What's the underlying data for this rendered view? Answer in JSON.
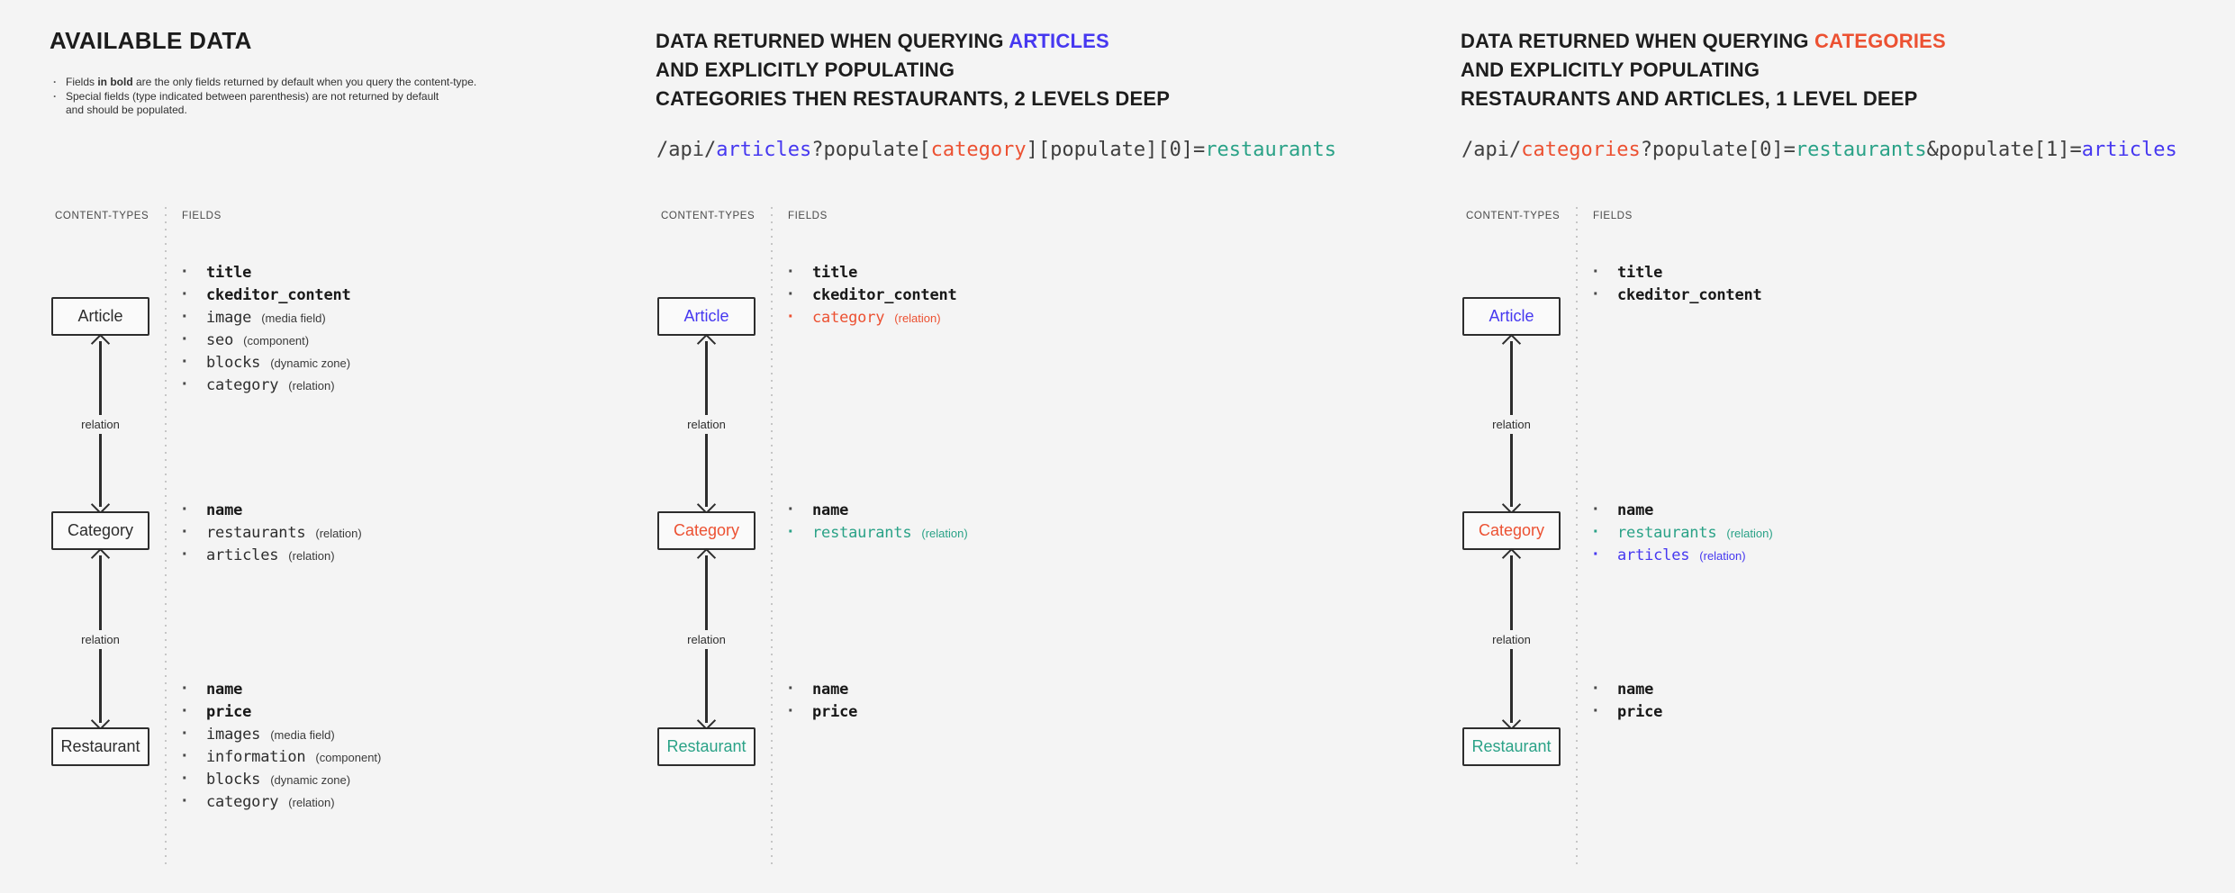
{
  "colors": {
    "blue": "#4638f0",
    "red": "#ec5132",
    "teal": "#2aa287",
    "text_dark": "#2d2d2d",
    "background": "#f4f4f4"
  },
  "labels": {
    "content_types": "CONTENT-TYPES",
    "fields": "FIELDS",
    "relation": "relation"
  },
  "panel_available": {
    "title": "AVAILABLE DATA",
    "note1_pre": "Fields ",
    "note1_bold": "in bold",
    "note1_post": " are the only fields returned by default when you query the content-type.",
    "note2": "Special fields (type indicated between parenthesis) are not returned by default\nand should be populated.",
    "rows": [
      {
        "box": "Article",
        "fields": [
          {
            "name": "title",
            "bold": true
          },
          {
            "name": "ckeditor_content",
            "bold": true
          },
          {
            "name": "image",
            "type": "(media field)"
          },
          {
            "name": "seo",
            "type": "(component)"
          },
          {
            "name": "blocks",
            "type": "(dynamic zone)"
          },
          {
            "name": "category",
            "type": "(relation)"
          }
        ]
      },
      {
        "box": "Category",
        "fields": [
          {
            "name": "name",
            "bold": true
          },
          {
            "name": "restaurants",
            "type": "(relation)"
          },
          {
            "name": "articles",
            "type": "(relation)"
          }
        ]
      },
      {
        "box": "Restaurant",
        "fields": [
          {
            "name": "name",
            "bold": true
          },
          {
            "name": "price",
            "bold": true
          },
          {
            "name": "images",
            "type": "(media field)"
          },
          {
            "name": "information",
            "type": "(component)"
          },
          {
            "name": "blocks",
            "type": "(dynamic zone)"
          },
          {
            "name": "category",
            "type": "(relation)"
          }
        ]
      }
    ]
  },
  "panel_articles": {
    "title_line1": "DATA RETURNED WHEN QUERYING ",
    "title_highlight": "ARTICLES",
    "highlight_color": "#4638f0",
    "title_line2": "AND EXPLICITLY POPULATING",
    "title_line3": "CATEGORIES THEN RESTAURANTS, 2 LEVELS DEEP",
    "code": [
      {
        "text": "/api/",
        "color": "dark"
      },
      {
        "text": "articles",
        "color": "blue"
      },
      {
        "text": "?populate[",
        "color": "dark"
      },
      {
        "text": "category",
        "color": "red"
      },
      {
        "text": "][populate][0]=",
        "color": "dark"
      },
      {
        "text": "restaurants",
        "color": "teal"
      }
    ],
    "rows": [
      {
        "box": "Article",
        "box_color": "blue",
        "fields": [
          {
            "name": "title",
            "bold": true
          },
          {
            "name": "ckeditor_content",
            "bold": true
          },
          {
            "name": "category",
            "type": "(relation)",
            "color": "red"
          }
        ]
      },
      {
        "box": "Category",
        "box_color": "red",
        "fields": [
          {
            "name": "name",
            "bold": true
          },
          {
            "name": "restaurants",
            "type": "(relation)",
            "color": "teal"
          }
        ]
      },
      {
        "box": "Restaurant",
        "box_color": "teal",
        "fields": [
          {
            "name": "name",
            "bold": true
          },
          {
            "name": "price",
            "bold": true
          }
        ]
      }
    ]
  },
  "panel_categories": {
    "title_line1": "DATA RETURNED WHEN QUERYING ",
    "title_highlight": "CATEGORIES",
    "highlight_color": "#ec5132",
    "title_line2": "AND EXPLICITLY POPULATING",
    "title_line3": "RESTAURANTS AND ARTICLES, 1 LEVEL DEEP",
    "code": [
      {
        "text": "/api/",
        "color": "dark"
      },
      {
        "text": "categories",
        "color": "red"
      },
      {
        "text": "?populate[0]=",
        "color": "dark"
      },
      {
        "text": "restaurants",
        "color": "teal"
      },
      {
        "text": "&populate[1]=",
        "color": "dark"
      },
      {
        "text": "articles",
        "color": "blue"
      }
    ],
    "rows": [
      {
        "box": "Article",
        "box_color": "blue",
        "fields": [
          {
            "name": "title",
            "bold": true
          },
          {
            "name": "ckeditor_content",
            "bold": true
          }
        ]
      },
      {
        "box": "Category",
        "box_color": "red",
        "fields": [
          {
            "name": "name",
            "bold": true
          },
          {
            "name": "restaurants",
            "type": "(relation)",
            "color": "teal"
          },
          {
            "name": "articles",
            "type": "(relation)",
            "color": "blue"
          }
        ]
      },
      {
        "box": "Restaurant",
        "box_color": "teal",
        "fields": [
          {
            "name": "name",
            "bold": true
          },
          {
            "name": "price",
            "bold": true
          }
        ]
      }
    ]
  }
}
